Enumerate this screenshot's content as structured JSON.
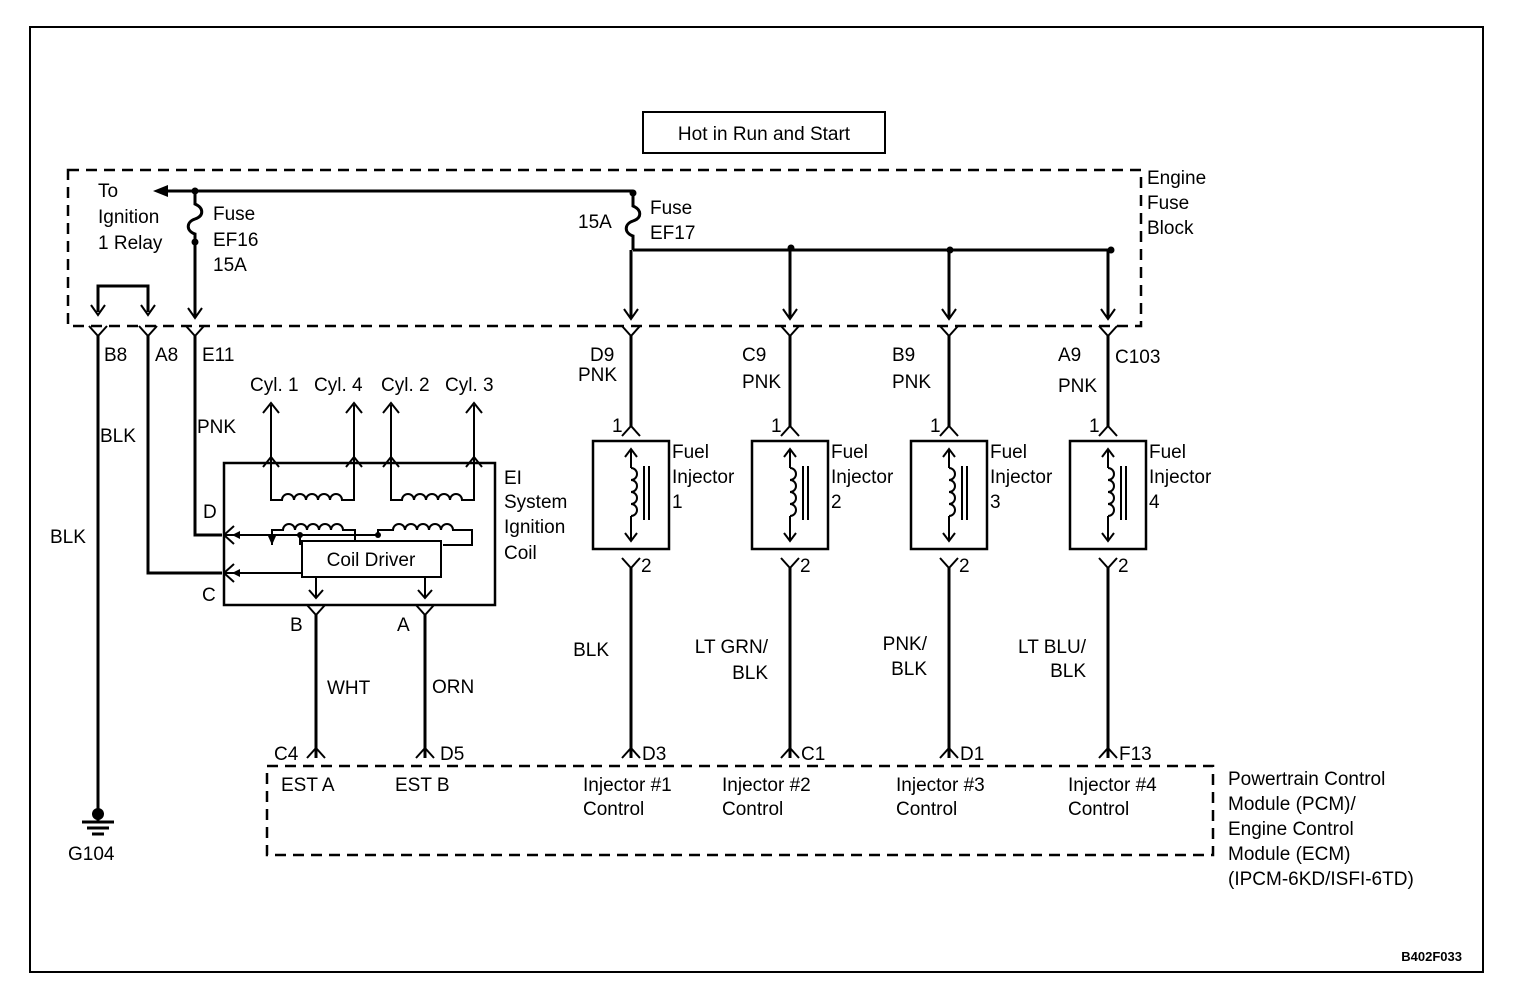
{
  "power_label": "Hot in Run and Start",
  "fuse_block": {
    "line1": "Engine",
    "line2": "Fuse",
    "line3": "Block"
  },
  "ignition_relay": {
    "line1": "To",
    "line2": "Ignition",
    "line3": "1 Relay"
  },
  "fuse_ef16": {
    "line1": "Fuse",
    "line2": "EF16",
    "line3": "15A"
  },
  "fuse_ef17": {
    "amps": "15A",
    "line1": "Fuse",
    "line2": "EF17"
  },
  "block_connector": "C103",
  "pins": {
    "b8": "B8",
    "a8": "A8",
    "e11": "E11"
  },
  "ground": "G104",
  "wire_colors": {
    "blk_left": "BLK",
    "blk_a8": "BLK",
    "pnk_e11": "PNK",
    "wht": "WHT",
    "orn": "ORN"
  },
  "cylinders": [
    "Cyl. 1",
    "Cyl. 4",
    "Cyl. 2",
    "Cyl. 3"
  ],
  "ignition_coil": {
    "line1": "EI",
    "line2": "System",
    "line3": "Ignition",
    "line4": "Coil",
    "driver": "Coil Driver",
    "pin_d": "D",
    "pin_c": "C",
    "pin_b": "B",
    "pin_a": "A"
  },
  "injectors": [
    {
      "top_pin": "D9",
      "top_wire": "PNK",
      "pin1": "1",
      "pin2": "2",
      "label1": "Fuel",
      "label2": "Injector",
      "number": "1",
      "bottom_wire": [
        "BLK"
      ],
      "pcm_pin": "D3",
      "control1": "Injector #1",
      "control2": "Control"
    },
    {
      "top_pin": "C9",
      "top_wire": "PNK",
      "pin1": "1",
      "pin2": "2",
      "label1": "Fuel",
      "label2": "Injector",
      "number": "2",
      "bottom_wire": [
        "LT GRN/",
        "BLK"
      ],
      "pcm_pin": "C1",
      "control1": "Injector #2",
      "control2": "Control"
    },
    {
      "top_pin": "B9",
      "top_wire": "PNK",
      "pin1": "1",
      "pin2": "2",
      "label1": "Fuel",
      "label2": "Injector",
      "number": "3",
      "bottom_wire": [
        "PNK/",
        "BLK"
      ],
      "pcm_pin": "D1",
      "control1": "Injector #3",
      "control2": "Control"
    },
    {
      "top_pin": "A9",
      "top_wire": "PNK",
      "pin1": "1",
      "pin2": "2",
      "label1": "Fuel",
      "label2": "Injector",
      "number": "4",
      "bottom_wire": [
        "LT BLU/",
        "BLK"
      ],
      "pcm_pin": "F13",
      "control1": "Injector #4",
      "control2": "Control"
    }
  ],
  "pcm": {
    "est_a": "EST A",
    "est_b": "EST B",
    "pin_c4": "C4",
    "pin_d5": "D5",
    "line1": "Powertrain Control",
    "line2": "Module (PCM)/",
    "line3": "Engine Control",
    "line4": "Module (ECM)",
    "line5": "(IPCM-6KD/ISFI-6TD)"
  },
  "figure_id": "B402F033"
}
